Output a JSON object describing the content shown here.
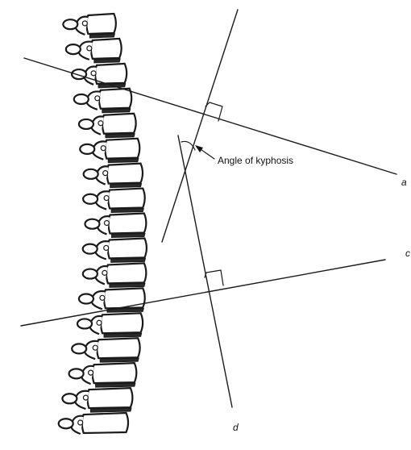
{
  "annotation": {
    "text": "Angle of kyphosis"
  },
  "line_labels": {
    "a": "a",
    "c": "c",
    "d": "d"
  },
  "colors": {
    "ink": "#1a1a1a",
    "background": "#ffffff"
  }
}
